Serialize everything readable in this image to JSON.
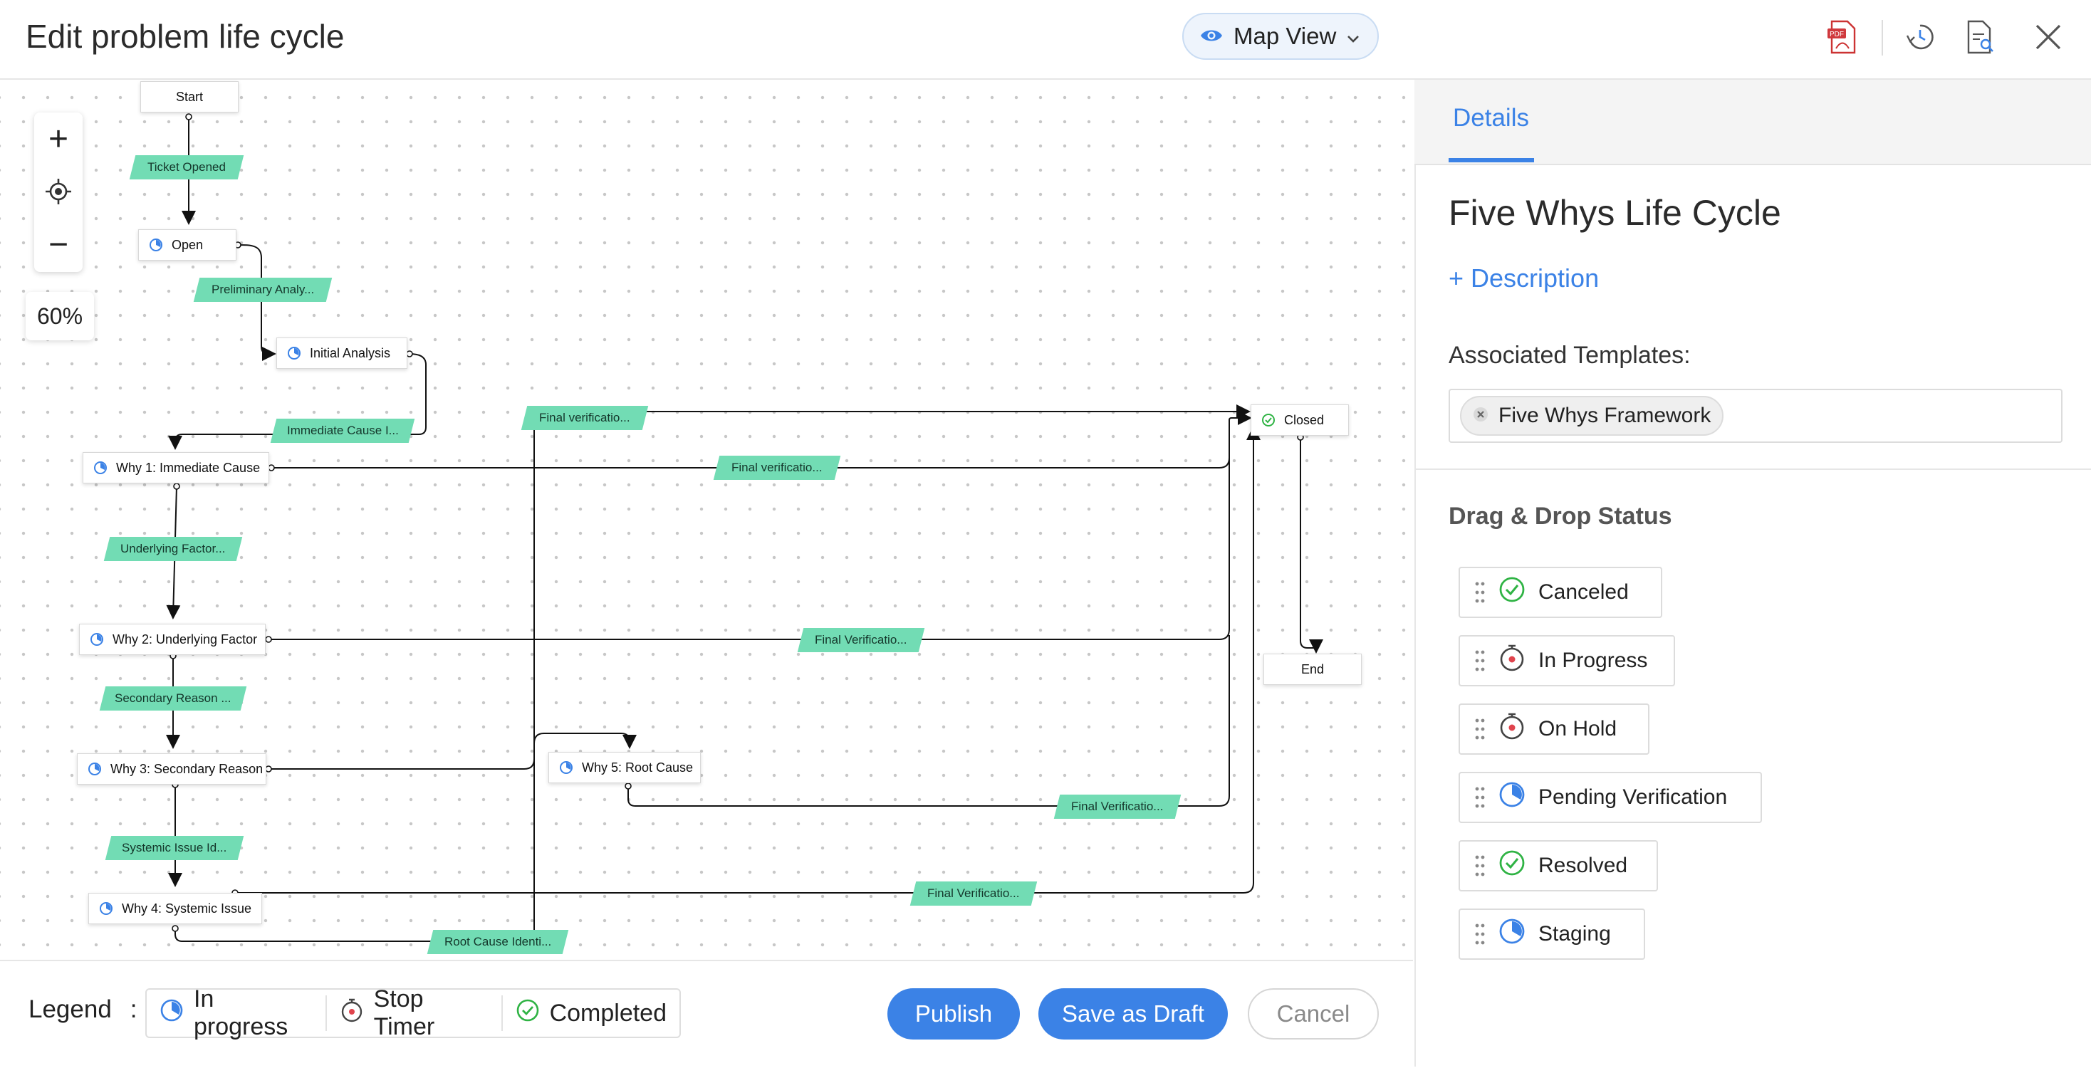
{
  "header": {
    "title": "Edit problem life cycle",
    "view_selector": "Map View"
  },
  "icons": {
    "pdf": "pdf-icon",
    "history": "history-icon",
    "search_doc": "document-search-icon",
    "close": "close-icon"
  },
  "canvas": {
    "zoom_in": "+",
    "zoom_out": "−",
    "zoom_level": "60%",
    "nodes": {
      "start": "Start",
      "open": "Open",
      "initial": "Initial Analysis",
      "why1": "Why 1: Immediate Cause",
      "why2": "Why 2: Underlying Factor",
      "why3": "Why 3: Secondary Reason",
      "why4": "Why 4: Systemic Issue",
      "why5": "Why 5: Root Cause",
      "closed": "Closed",
      "end": "End"
    },
    "transitions": {
      "ticket_opened": "Ticket Opened",
      "preliminary": "Preliminary Analy...",
      "immediate": "Immediate Cause I...",
      "final_top": "Final verificatio...",
      "final_why1": "Final verificatio...",
      "underlying": "Underlying Factor...",
      "final_why2": "Final Verificatio...",
      "secondary": "Secondary Reason ...",
      "systemic": "Systemic Issue Id...",
      "final_why5": "Final Verificatio...",
      "final_why4": "Final Verificatio...",
      "root_cause": "Root Cause Identi..."
    }
  },
  "legend": {
    "label": "Legend",
    "colon": ":",
    "items": [
      "In progress",
      "Stop Timer",
      "Completed"
    ]
  },
  "actions": {
    "publish": "Publish",
    "save_draft": "Save as Draft",
    "cancel": "Cancel"
  },
  "panel": {
    "tab": "Details",
    "lifecycle_name": "Five Whys Life Cycle",
    "add_description": "+ Description",
    "associated_label": "Associated Templates:",
    "template_chip": "Five Whys Framework",
    "drag_heading": "Drag & Drop Status",
    "statuses": [
      {
        "label": "Canceled",
        "type": "completed"
      },
      {
        "label": "In Progress",
        "type": "timer"
      },
      {
        "label": "On Hold",
        "type": "timer"
      },
      {
        "label": "Pending Verification",
        "type": "progress"
      },
      {
        "label": "Resolved",
        "type": "completed"
      },
      {
        "label": "Staging",
        "type": "progress"
      }
    ]
  },
  "colors": {
    "accent": "#3b82e6",
    "transition": "#72dcb4",
    "completed": "#2fb344",
    "timer": "#e0444d"
  }
}
